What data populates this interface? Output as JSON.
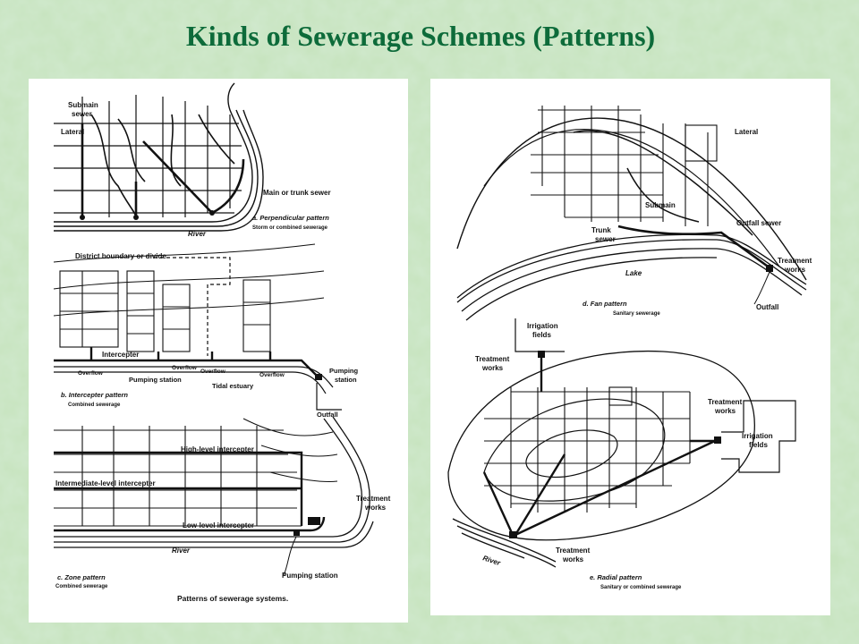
{
  "title": "Kinds of Sewerage Schemes (Patterns)",
  "left": {
    "a": {
      "submain": "Submain",
      "sewer": "sewer",
      "lateral": "Lateral",
      "main": "Main or trunk sewer",
      "caption": "a. Perpendicular pattern",
      "sub": "Storm or combined sewerage",
      "river": "River"
    },
    "b": {
      "district": "District boundary or divide",
      "intercepter": "Intercepter",
      "overflow": "Overflow",
      "pumping": "Pumping station",
      "tidal": "Tidal estuary",
      "pumping2": "Pumping",
      "station2": "station",
      "outfall": "Outfall",
      "caption": "b. Intercepter pattern",
      "sub": "Combined sewerage"
    },
    "c": {
      "high": "High-level intercepter",
      "inter": "Intermediate-level intercepter",
      "low": "Low-level intercepter",
      "treatment": "Treatment",
      "works": "works",
      "river": "River",
      "pumping": "Pumping station",
      "caption": "c. Zone pattern",
      "sub": "Combined sewerage"
    },
    "footer": "Patterns of sewerage systems."
  },
  "right": {
    "d": {
      "lateral": "Lateral",
      "submain": "Submain",
      "trunk": "Trunk",
      "sewer": "sewer",
      "outfall_sewer": "Outfall sewer",
      "treatment": "Treatment",
      "works": "works",
      "lake": "Lake",
      "outfall": "Outfall",
      "caption": "d. Fan pattern",
      "sub": "Sanitary sewerage"
    },
    "e": {
      "irrigation": "Irrigation",
      "fields": "fields",
      "treatment": "Treatment",
      "works": "works",
      "river": "River",
      "caption": "e. Radial pattern",
      "sub": "Sanitary or combined sewerage"
    }
  }
}
